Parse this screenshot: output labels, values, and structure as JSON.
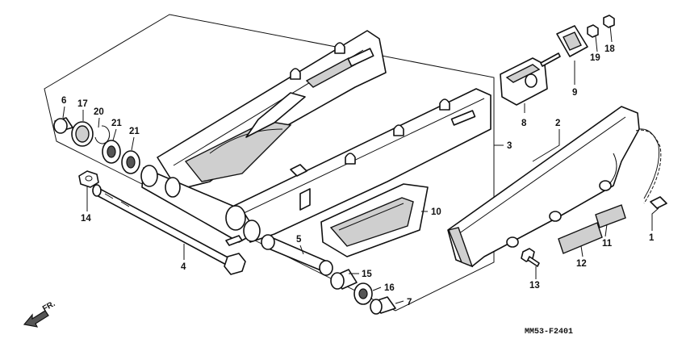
{
  "diagram_code": "MM53-F2401",
  "direction_label": "FR.",
  "callouts": {
    "c1": "1",
    "c2": "2",
    "c3": "3",
    "c4": "4",
    "c5": "5",
    "c6": "6",
    "c7": "7",
    "c8": "8",
    "c9": "9",
    "c10": "10",
    "c11": "11",
    "c12": "12",
    "c13": "13",
    "c14": "14",
    "c15": "15",
    "c16": "16",
    "c17": "17",
    "c18": "18",
    "c19": "19",
    "c20": "20",
    "c21a": "21",
    "c21b": "21"
  }
}
